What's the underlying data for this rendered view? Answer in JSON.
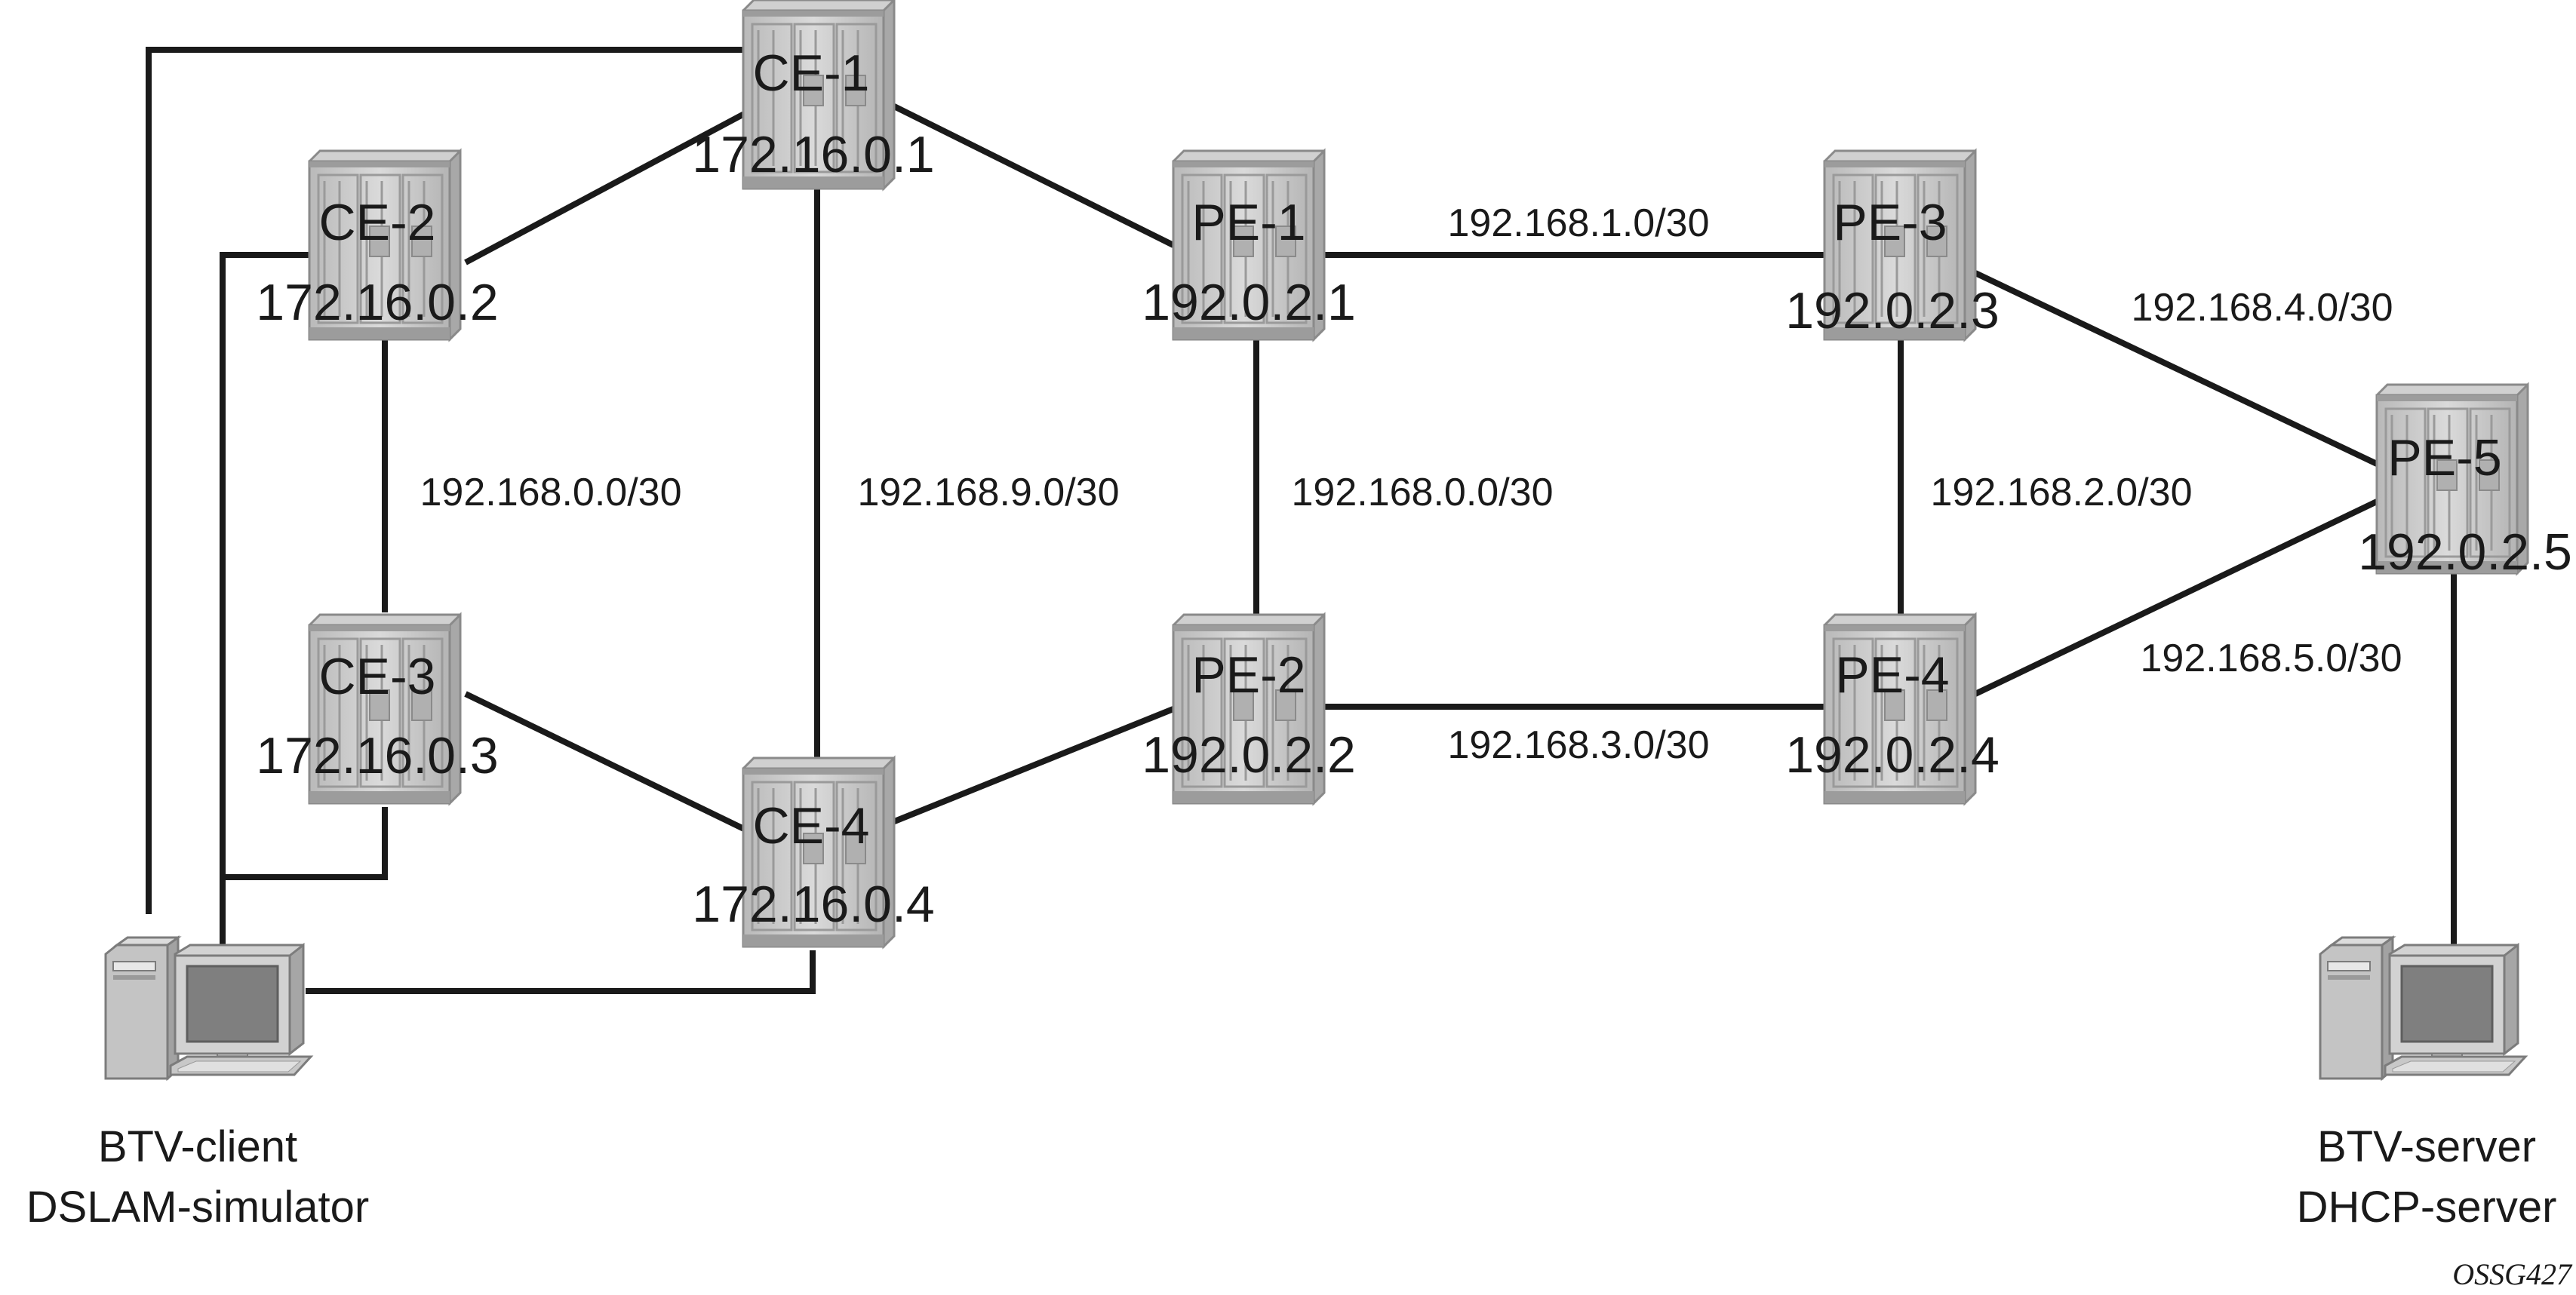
{
  "routers": {
    "ce1": {
      "name": "CE-1",
      "ip": "172.16.0.1"
    },
    "ce2": {
      "name": "CE-2",
      "ip": "172.16.0.2"
    },
    "ce3": {
      "name": "CE-3",
      "ip": "172.16.0.3"
    },
    "ce4": {
      "name": "CE-4",
      "ip": "172.16.0.4"
    },
    "pe1": {
      "name": "PE-1",
      "ip": "192.0.2.1"
    },
    "pe2": {
      "name": "PE-2",
      "ip": "192.0.2.2"
    },
    "pe3": {
      "name": "PE-3",
      "ip": "192.0.2.3"
    },
    "pe4": {
      "name": "PE-4",
      "ip": "192.0.2.4"
    },
    "pe5": {
      "name": "PE-5",
      "ip": "192.0.2.5"
    }
  },
  "links": {
    "ce2_ce3": "192.168.0.0/30",
    "ce1_ce4": "192.168.9.0/30",
    "pe1_pe2": "192.168.0.0/30",
    "pe1_pe3": "192.168.1.0/30",
    "pe3_pe4": "192.168.2.0/30",
    "pe2_pe4": "192.168.3.0/30",
    "pe3_pe5": "192.168.4.0/30",
    "pe4_pe5": "192.168.5.0/30"
  },
  "hosts": {
    "client": {
      "line1": "BTV-client",
      "line2": "DSLAM-simulator"
    },
    "server": {
      "line1": "BTV-server",
      "line2": "DHCP-server"
    }
  },
  "figure_id": "OSSG427",
  "colors": {
    "line": "#1a1a1a",
    "router_face": "#c8c8c8",
    "router_edge": "#8a8a8a",
    "screen": "#808080"
  }
}
